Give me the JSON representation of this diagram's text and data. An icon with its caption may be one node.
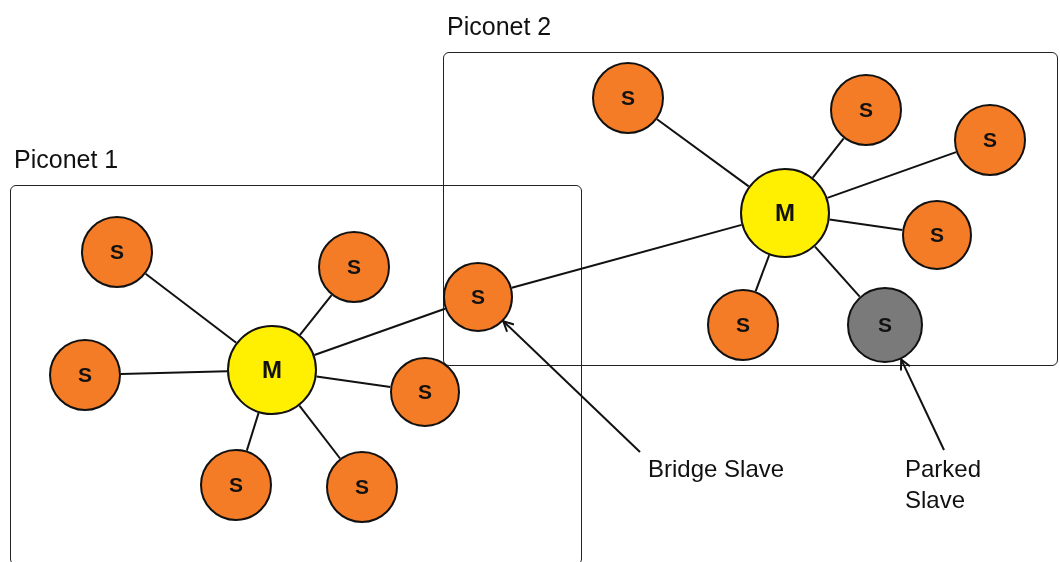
{
  "diagram": {
    "nodes": [
      {
        "text": [
          "Piconet 2"
        ]
      },
      {
        "text": [
          "S"
        ],
        "in": 0
      },
      {
        "text": [
          "S"
        ],
        "in": 0
      },
      {
        "text": [
          "S"
        ],
        "in": 0
      },
      {
        "text": [
          "M"
        ],
        "in": 0
      },
      {
        "text": [
          "S"
        ],
        "in": 0
      },
      {
        "text": [
          "S"
        ],
        "in": 0
      },
      {
        "text": [
          "S"
        ],
        "in": 0
      },
      {
        "text": [
          "Piconet 1"
        ]
      },
      {
        "text": [
          "S"
        ],
        "in": 8
      },
      {
        "text": [
          "S"
        ],
        "in": 8
      },
      {
        "text": [
          "S"
        ]
      },
      {
        "text": [
          "S"
        ],
        "in": 8
      },
      {
        "text": [
          "M"
        ],
        "in": 8
      },
      {
        "text": [
          "S"
        ],
        "in": 8
      },
      {
        "text": [
          "S"
        ],
        "in": 8
      },
      {
        "text": [
          "S"
        ],
        "in": 8
      },
      {
        "text": [
          "Bridge Slave"
        ]
      },
      {
        "text": [
          "Parked Slave"
        ]
      }
    ],
    "edges": [
      {
        "from": 4,
        "to": 1,
        "arrow": "none"
      },
      {
        "from": 4,
        "to": 2,
        "arrow": "none"
      },
      {
        "from": 4,
        "to": 3,
        "arrow": "none"
      },
      {
        "from": 4,
        "to": 5,
        "arrow": "none"
      },
      {
        "from": 4,
        "to": 6,
        "arrow": "none"
      },
      {
        "from": 4,
        "to": 7,
        "arrow": "none"
      },
      {
        "from": 4,
        "to": 11,
        "arrow": "none"
      },
      {
        "from": 13,
        "to": 9,
        "arrow": "none"
      },
      {
        "from": 13,
        "to": 10,
        "arrow": "none"
      },
      {
        "from": 13,
        "to": 11,
        "arrow": "none"
      },
      {
        "from": 13,
        "to": 12,
        "arrow": "none"
      },
      {
        "from": 13,
        "to": 14,
        "arrow": "none"
      },
      {
        "from": 13,
        "to": 15,
        "arrow": "none"
      },
      {
        "from": 13,
        "to": 16,
        "arrow": "none"
      },
      {
        "from": 17,
        "to": 11,
        "arrow": "to"
      },
      {
        "from": 18,
        "to": 7,
        "arrow": "to"
      }
    ]
  }
}
